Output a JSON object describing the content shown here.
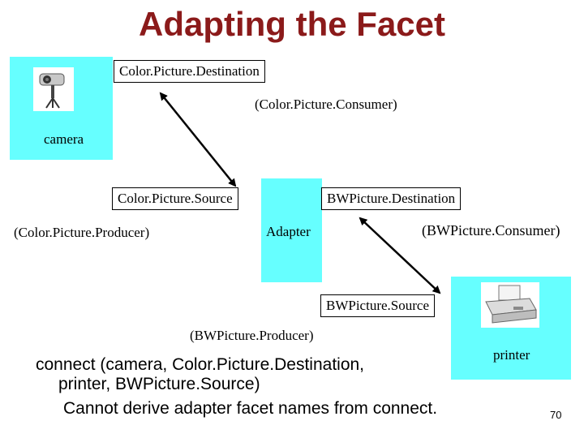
{
  "title": "Adapting the Facet",
  "camera": {
    "label": "camera",
    "icon": "camera-icon",
    "facet": "Color.Picture.Destination",
    "interface": "(Color.Picture.Consumer)"
  },
  "adapter": {
    "label": "Adapter",
    "source_facet": "Color.Picture.Source",
    "source_interface": "(Color.Picture.Producer)",
    "dest_facet": "BWPicture.Destination",
    "dest_interface": "(BWPicture.Consumer)"
  },
  "printer": {
    "label": "printer",
    "icon": "printer-icon",
    "facet": "BWPicture.Source",
    "interface": "(BWPicture.Producer)"
  },
  "notes": {
    "connect_line1": "connect (camera, Color.Picture.Destination,",
    "connect_line2": "printer, BWPicture.Source)",
    "caveat": "Cannot derive adapter facet names from connect."
  },
  "page_number": "70",
  "colors": {
    "title": "#8b1a1a",
    "component_fill": "#66ffff"
  }
}
